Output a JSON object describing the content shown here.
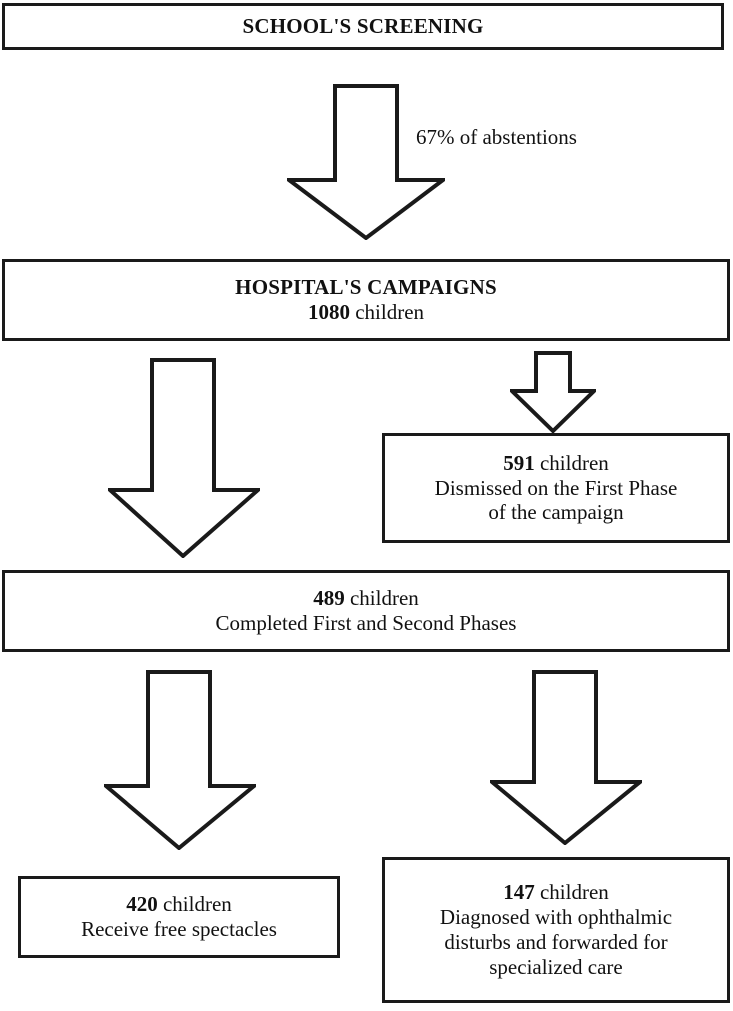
{
  "diagram": {
    "title": "School screening to hospital campaign flowchart",
    "type": "flowchart",
    "stroke_color": "#1a1a1a",
    "background_color": "#ffffff",
    "nodes": [
      {
        "id": "school",
        "heading": "SCHOOL'S SCREENING"
      },
      {
        "id": "hospital",
        "heading": "HOSPITAL'S CAMPAIGNS",
        "count": "1080",
        "count_unit": "children"
      },
      {
        "id": "dismissed",
        "count": "591",
        "count_unit": "children",
        "line2": "Dismissed on the First Phase",
        "line3": "of the campaign"
      },
      {
        "id": "completed",
        "count": "489",
        "count_unit": "children",
        "line2": "Completed First and Second Phases"
      },
      {
        "id": "spectacles",
        "count": "420",
        "count_unit": "children",
        "line2": "Receive free spectacles"
      },
      {
        "id": "diagnosed",
        "count": "147",
        "count_unit": "children",
        "line2": "Diagnosed with ophthalmic",
        "line3": "disturbs and forwarded for",
        "line4": "specialized care"
      }
    ],
    "edges": [
      {
        "id": "school-hospital",
        "label": "67% of abstentions"
      },
      {
        "id": "hospital-591",
        "label": ""
      },
      {
        "id": "hospital-489",
        "label": ""
      },
      {
        "id": "489-420",
        "label": ""
      },
      {
        "id": "489-147",
        "label": ""
      }
    ]
  }
}
